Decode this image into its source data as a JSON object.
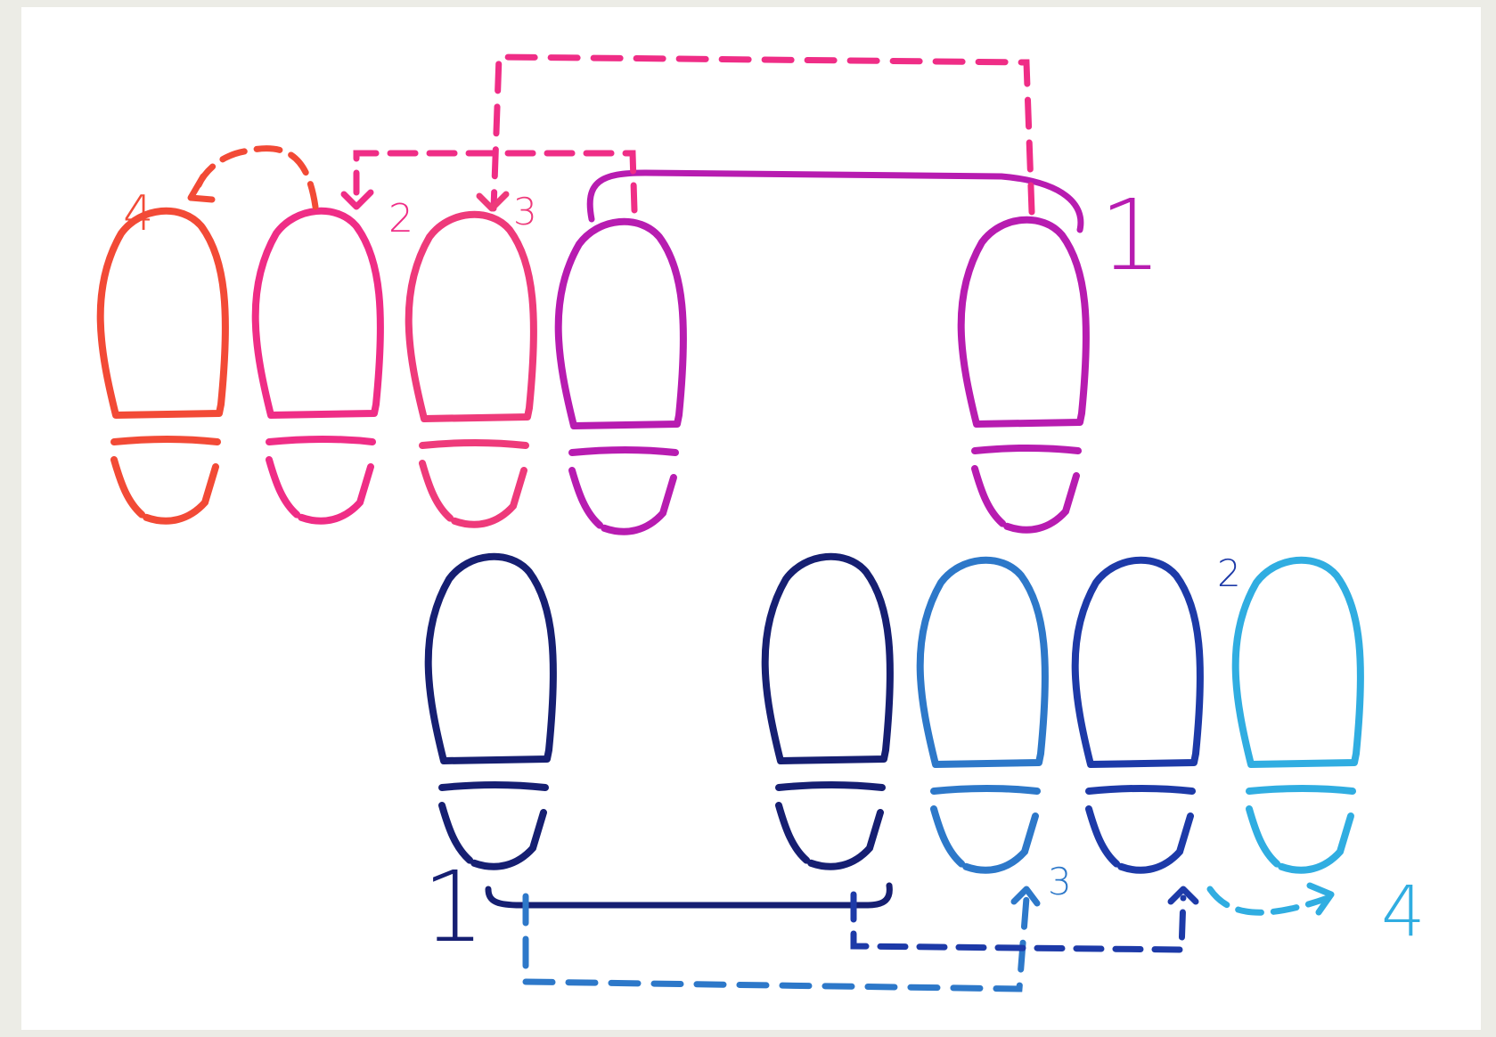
{
  "colors": {
    "background": "#ecece6",
    "paper": "#ffffff",
    "red": "#f24a36",
    "pink": "#ef2d86",
    "pink2": "#ee3a7a",
    "magenta": "#b71cb0",
    "navy": "#161f72",
    "blue": "#2d78c9",
    "royal": "#1d3aa8",
    "sky": "#30ade1"
  },
  "top_group": {
    "labels": [
      "4",
      "2",
      "3",
      "1"
    ]
  },
  "bottom_group": {
    "labels": [
      "1",
      "3",
      "2",
      "4"
    ]
  }
}
